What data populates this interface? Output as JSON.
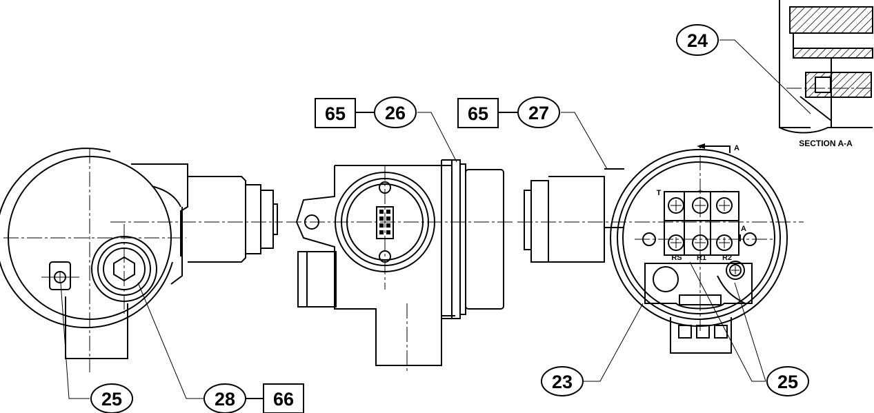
{
  "callouts": {
    "c24": "24",
    "c26": "26",
    "c27": "27",
    "c25_left": "25",
    "c28": "28",
    "c23": "23",
    "c25_right": "25"
  },
  "boxes": {
    "b65_a": "65",
    "b65_b": "65",
    "b66": "66"
  },
  "terminals": {
    "t": "T",
    "plus": "+",
    "minus": "−",
    "rs": "RS",
    "r1": "R1",
    "r2": "R2",
    "section_marker": "A",
    "section_marker_2": "A"
  },
  "section_caption": "SECTION A-A"
}
